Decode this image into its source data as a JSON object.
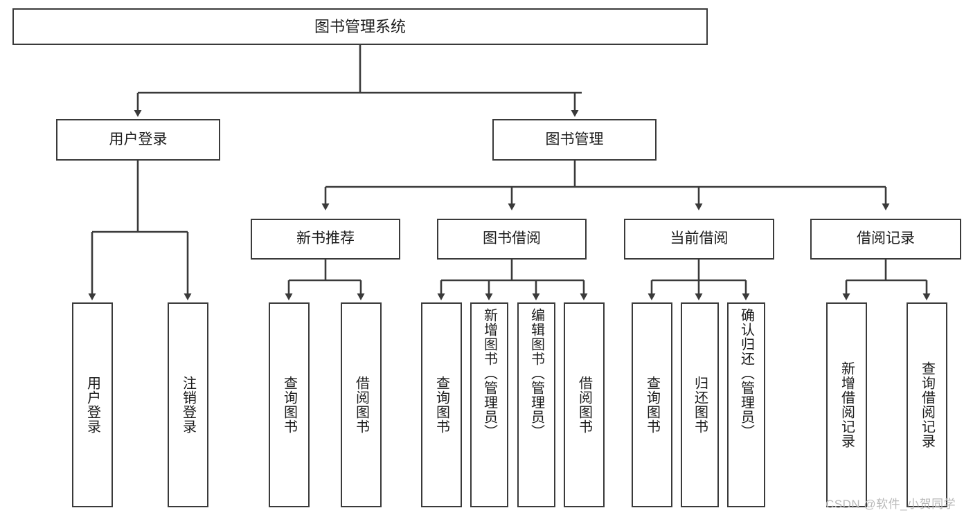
{
  "diagram": {
    "type": "hierarchy-tree",
    "title": "图书管理系统",
    "levels": 4,
    "root": {
      "id": "root",
      "label": "图书管理系统"
    },
    "level2": [
      {
        "id": "user-login",
        "label": "用户登录"
      },
      {
        "id": "book-management",
        "label": "图书管理"
      }
    ],
    "level3": [
      {
        "id": "new-book-recommend",
        "label": "新书推荐",
        "parent": "book-management"
      },
      {
        "id": "book-borrow",
        "label": "图书借阅",
        "parent": "book-management"
      },
      {
        "id": "current-borrow",
        "label": "当前借阅",
        "parent": "book-management"
      },
      {
        "id": "borrow-record",
        "label": "借阅记录",
        "parent": "book-management"
      }
    ],
    "leaves": [
      {
        "id": "leaf-user-login",
        "label": "用户登录",
        "parent": "user-login"
      },
      {
        "id": "leaf-logout-login",
        "label": "注销登录",
        "parent": "user-login"
      },
      {
        "id": "leaf-query-book-1",
        "label": "查询图书",
        "parent": "new-book-recommend"
      },
      {
        "id": "leaf-borrow-book-1",
        "label": "借阅图书",
        "parent": "new-book-recommend"
      },
      {
        "id": "leaf-query-book-2",
        "label": "查询图书",
        "parent": "book-borrow"
      },
      {
        "id": "leaf-add-book",
        "label": "新增图书（管理员）",
        "parent": "book-borrow"
      },
      {
        "id": "leaf-edit-book",
        "label": "编辑图书（管理员）",
        "parent": "book-borrow"
      },
      {
        "id": "leaf-borrow-book-2",
        "label": "借阅图书",
        "parent": "book-borrow"
      },
      {
        "id": "leaf-query-book-3",
        "label": "查询图书",
        "parent": "current-borrow"
      },
      {
        "id": "leaf-return-book",
        "label": "归还图书",
        "parent": "current-borrow"
      },
      {
        "id": "leaf-confirm-return",
        "label": "确认归还（管理员）",
        "parent": "current-borrow"
      },
      {
        "id": "leaf-add-record",
        "label": "新增借阅记录",
        "parent": "borrow-record"
      },
      {
        "id": "leaf-query-record",
        "label": "查询借阅记录",
        "parent": "borrow-record"
      }
    ]
  },
  "watermark": {
    "text": "CSDN @软件_小贺同学"
  },
  "colors": {
    "box_border": "#3a3a3a",
    "box_fill": "#ffffff",
    "line": "#3a3a3a",
    "text": "#1c1c1c",
    "watermark": "#b9b9b9",
    "background": "#ffffff"
  }
}
